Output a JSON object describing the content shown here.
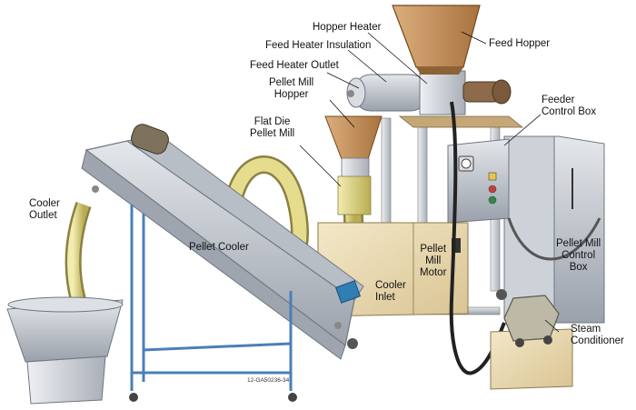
{
  "colors": {
    "steel": "#c3c8cf",
    "steel_dark": "#8e959f",
    "box": "#ead9b0",
    "flex_tube": "#d8cf7a",
    "hopper_brown": "#c89562",
    "frame_blue": "#4a7fb7",
    "cord": "#222222"
  },
  "labels": {
    "hopper_heater": "Hopper Heater",
    "feed_heater_insulation": "Feed Heater Insulation",
    "feed_heater_outlet": "Feed Heater Outlet",
    "feed_hopper": "Feed Hopper",
    "pellet_mill_hopper": "Pellet Mill\nHopper",
    "feeder_control_box": "Feeder\nControl Box",
    "flat_die_pellet_mill": "Flat Die\nPellet Mill",
    "cooler_outlet": "Cooler\nOutlet",
    "pellet_cooler": "Pellet Cooler",
    "pellet_mill_motor": "Pellet\nMill\nMotor",
    "cooler_inlet": "Cooler\nInlet",
    "pellet_mill_control_box": "Pellet Mill\nControl\nBox",
    "steam_conditioner": "Steam\nConditioner"
  },
  "figure_code": "12-GA50236-34"
}
